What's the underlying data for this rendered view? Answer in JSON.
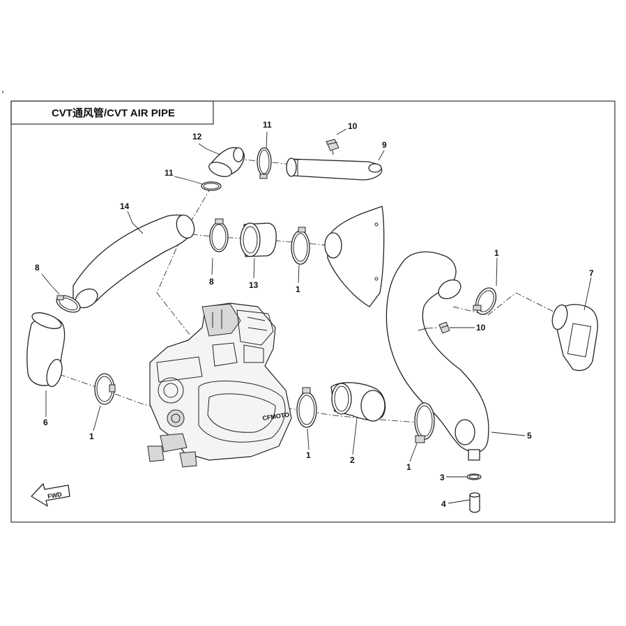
{
  "title": "CVT通风管/CVT AIR PIPE",
  "fwd_label": "FWD",
  "engine_brand": "CFMOTO",
  "callouts": [
    {
      "id": "c12",
      "label": "12"
    },
    {
      "id": "c11a",
      "label": "11"
    },
    {
      "id": "c10a",
      "label": "10"
    },
    {
      "id": "c9",
      "label": "9"
    },
    {
      "id": "c11b",
      "label": "11"
    },
    {
      "id": "c14",
      "label": "14"
    },
    {
      "id": "c8a",
      "label": "8"
    },
    {
      "id": "c8b",
      "label": "8"
    },
    {
      "id": "c13",
      "label": "13"
    },
    {
      "id": "c1a",
      "label": "1"
    },
    {
      "id": "c1b",
      "label": "1"
    },
    {
      "id": "c7",
      "label": "7"
    },
    {
      "id": "c10b",
      "label": "10"
    },
    {
      "id": "c6",
      "label": "6"
    },
    {
      "id": "c1c",
      "label": "1"
    },
    {
      "id": "c1d",
      "label": "1"
    },
    {
      "id": "c2",
      "label": "2"
    },
    {
      "id": "c1e",
      "label": "1"
    },
    {
      "id": "c5",
      "label": "5"
    },
    {
      "id": "c3",
      "label": "3"
    },
    {
      "id": "c4",
      "label": "4"
    }
  ]
}
